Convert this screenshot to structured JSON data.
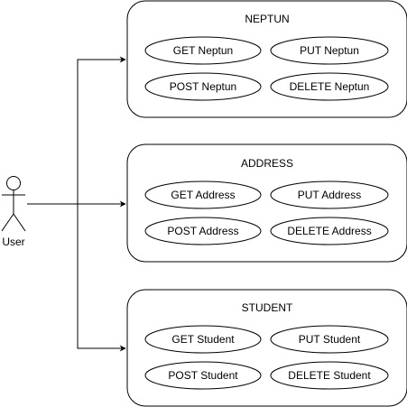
{
  "actor": {
    "label": "User"
  },
  "groups": [
    {
      "title": "NEPTUN",
      "use_cases": [
        "GET Neptun",
        "PUT Neptun",
        "POST Neptun",
        "DELETE Neptun"
      ]
    },
    {
      "title": "ADDRESS",
      "use_cases": [
        "GET Address",
        "PUT Address",
        "POST Address",
        "DELETE Address"
      ]
    },
    {
      "title": "STUDENT",
      "use_cases": [
        "GET Student",
        "PUT Student",
        "POST Student",
        "DELETE Student"
      ]
    }
  ],
  "colors": {
    "stroke": "#000000",
    "fill": "#ffffff",
    "text": "#000000"
  }
}
